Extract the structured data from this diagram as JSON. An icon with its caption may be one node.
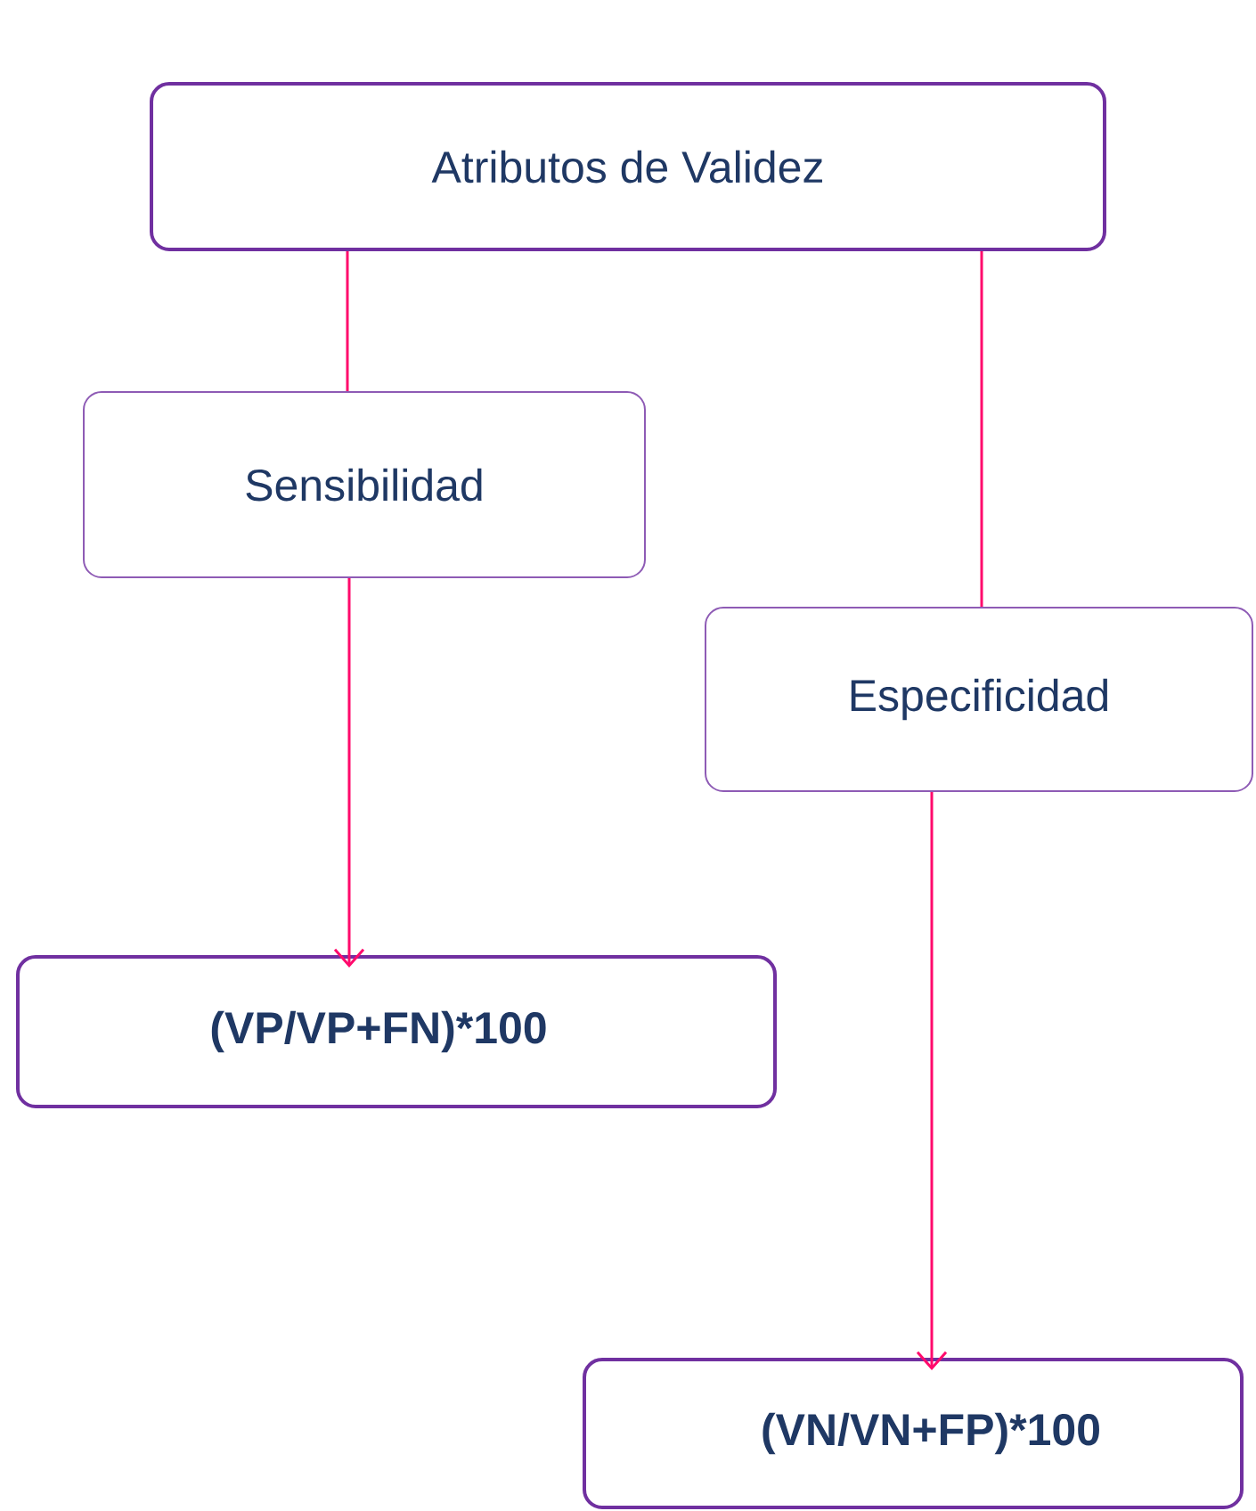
{
  "diagram": {
    "nodes": [
      {
        "text": [
          "Atributos de Validez"
        ]
      },
      {
        "text": [
          "Sensibilidad"
        ]
      },
      {
        "text": [
          "Especificidad"
        ]
      },
      {
        "text": [
          "(VP/VP+FN)*100"
        ]
      },
      {
        "text": [
          "(VN/VN+FP)*100"
        ]
      }
    ],
    "edges": [
      {
        "from": 0,
        "to": 1,
        "arrow": "none"
      },
      {
        "from": 0,
        "to": 2,
        "arrow": "none"
      },
      {
        "from": 1,
        "to": 3,
        "arrow": "to"
      },
      {
        "from": 2,
        "to": 4,
        "arrow": "to"
      }
    ]
  }
}
